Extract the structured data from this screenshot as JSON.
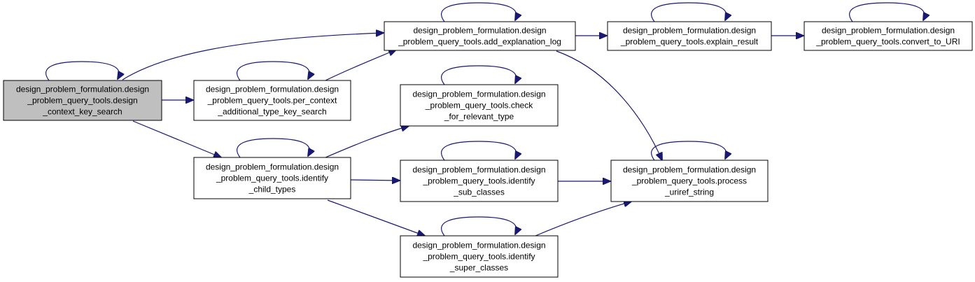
{
  "colors": {
    "edge": "#191970",
    "node_fill": "#ffffff",
    "root_fill": "#bfbfbf",
    "border": "#000000"
  },
  "nodes": {
    "root": {
      "lines": [
        "design_problem_formulation.design",
        "_problem_query_tools.design",
        "_context_key_search"
      ]
    },
    "per_context": {
      "lines": [
        "design_problem_formulation.design",
        "_problem_query_tools.per_context",
        "_additional_type_key_search"
      ]
    },
    "identify_child": {
      "lines": [
        "design_problem_formulation.design",
        "_problem_query_tools.identify",
        "_child_types"
      ]
    },
    "add_explanation": {
      "lines": [
        "design_problem_formulation.design",
        "_problem_query_tools.add_explanation_log"
      ]
    },
    "check_relevant": {
      "lines": [
        "design_problem_formulation.design",
        "_problem_query_tools.check",
        "_for_relevant_type"
      ]
    },
    "identify_sub": {
      "lines": [
        "design_problem_formulation.design",
        "_problem_query_tools.identify",
        "_sub_classes"
      ]
    },
    "identify_super": {
      "lines": [
        "design_problem_formulation.design",
        "_problem_query_tools.identify",
        "_super_classes"
      ]
    },
    "explain_result": {
      "lines": [
        "design_problem_formulation.design",
        "_problem_query_tools.explain_result"
      ]
    },
    "convert_uri": {
      "lines": [
        "design_problem_formulation.design",
        "_problem_query_tools.convert_to_URI"
      ]
    },
    "process_uriref": {
      "lines": [
        "design_problem_formulation.design",
        "_problem_query_tools.process",
        "_uriref_string"
      ]
    }
  }
}
